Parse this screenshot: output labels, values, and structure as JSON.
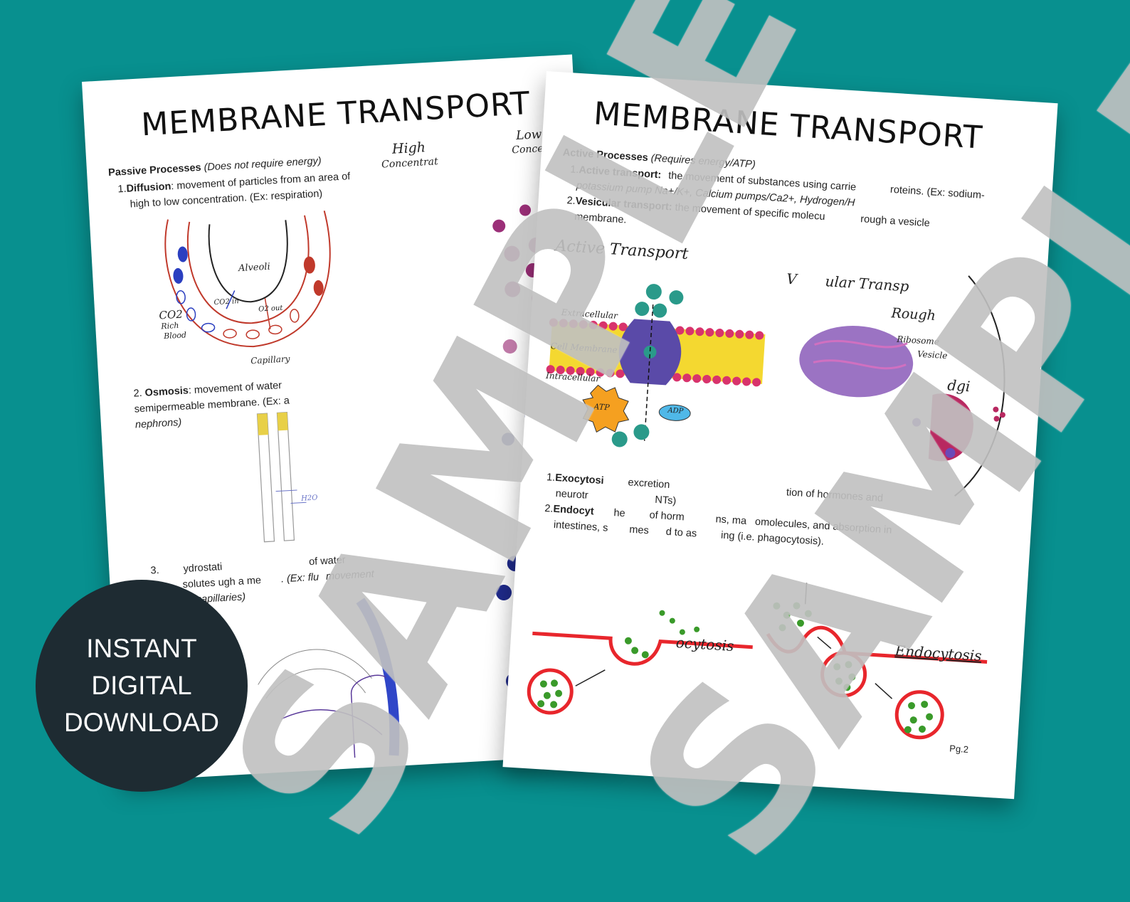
{
  "page1": {
    "title": "MEMBRANE TRANSPORT",
    "passive_heading": "Passive Processes",
    "passive_note": "(Does not require energy)",
    "diffusion_num": "1.",
    "diffusion_term": "Diffusion",
    "diffusion_text": ": movement of particles from an area of",
    "diffusion_text2": "high to low concentration. (Ex: respiration)",
    "label_high": "High",
    "label_concentration_left": "Concentrat",
    "label_low": "Low",
    "label_concentration_right": "Concen",
    "label_alveoli": "Alveoli",
    "label_co2": "CO2",
    "label_rich": "Rich",
    "label_blood": "Blood",
    "label_co2_in": "CO2 in",
    "label_o2_out": "O2 out",
    "label_capillary": "Capillary",
    "osmosis_num": "2.",
    "osmosis_term": "Osmosis",
    "osmosis_text": ": movement of water",
    "osmosis_text2": "semipermeable membrane. (Ex: a",
    "osmosis_text3": "nephrons)",
    "label_h2o": "H2O",
    "filtration_num": "3.",
    "filtration_text": "ydrostati",
    "filtration_text_b": "of water",
    "filtration_text2": "solutes",
    "filtration_text2_b": "ugh a me",
    "filtration_text2_c": ". (Ex: flu",
    "filtration_text2_d": "movement",
    "filtration_text3": "capillaries)"
  },
  "page2": {
    "title": "MEMBRANE TRANSPORT",
    "active_heading": "Active Processes",
    "active_note": "(Requires energy/ATP)",
    "active_num": "1.",
    "active_term": "Active transport:",
    "active_text": "the movement of substances using carrie",
    "active_text_b": "roteins. (Ex: sodium-",
    "active_text2": "potassium pump Na+/K+, Calcium pumps/Ca2+, Hydrogen/H",
    "vesicular_num": "2.",
    "vesicular_term": "Vesicular transport:",
    "vesicular_text": "the movement of specific molecu",
    "vesicular_text_b": "rough a vesicle",
    "vesicular_text2": "membrane.",
    "label_active_transport": "Active Transport",
    "label_extracellular": "Extracellular",
    "label_cell_membrane": "Cell Membrane",
    "label_intracellular": "Intracellular",
    "label_atp": "ATP",
    "label_adp": "ADP",
    "label_vesicular": "V",
    "label_vesicular_b": "ular Transp",
    "label_rough": "Rough",
    "label_ribosome": "Ribosome",
    "label_vesicle": "Vesicle",
    "label_golgi": "dgi",
    "exo_num": "1.",
    "exo_term": "Exocytosi",
    "exo_text": "excretion",
    "exo_text_b": "tion of hormones and",
    "exo_text2": "neurotr",
    "exo_text2_b": "NTs)",
    "endo_num": "2.",
    "endo_term": "Endocyt",
    "endo_text": "he",
    "endo_text_b": "of horm",
    "endo_text_c": "ns, ma",
    "endo_text_d": "omolecules, and absorption in",
    "endo_text2": "intestines, s",
    "endo_text2_b": "mes",
    "endo_text2_c": "d to as",
    "endo_text2_d": "ing (i.e. phagocytosis).",
    "label_exocytosis": "ocytosis",
    "label_endocytosis": "Endocytosis",
    "page_number": "Pg.2"
  },
  "watermark_text": "SAMPLE",
  "badge_text": "INSTANT\nDIGITAL\nDOWNLOAD",
  "colors": {
    "background": "#08908f",
    "badge": "#1e2b32",
    "membrane_red": "#e8262c",
    "vesicle_green": "#3a9a2a",
    "particle_purple": "#9b2f78",
    "particle_blue": "#1f2a8a",
    "teal_molecule": "#2a9a8a",
    "watermark": "#b9b9b9"
  }
}
